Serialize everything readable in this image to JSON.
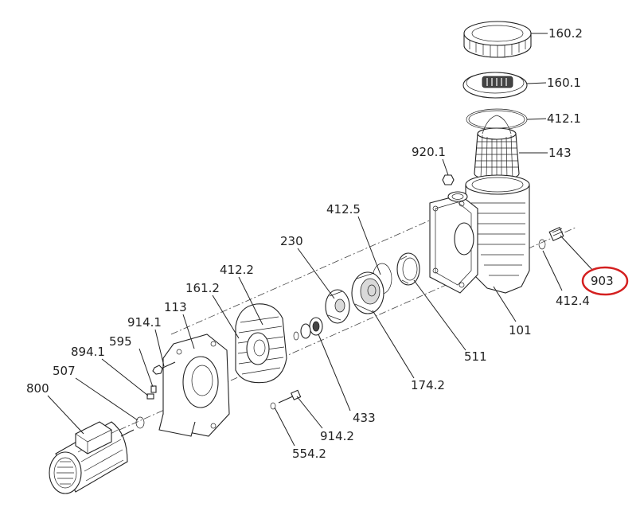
{
  "labels": {
    "l_160_2": "160.2",
    "l_160_1": "160.1",
    "l_412_1": "412.1",
    "l_143": "143",
    "l_920_1": "920.1",
    "l_412_5": "412.5",
    "l_230": "230",
    "l_412_2": "412.2",
    "l_161_2": "161.2",
    "l_113": "113",
    "l_914_1": "914.1",
    "l_595": "595",
    "l_894_1": "894.1",
    "l_507": "507",
    "l_800": "800",
    "l_903": "903",
    "l_412_4": "412.4",
    "l_101": "101",
    "l_511": "511",
    "l_174_2": "174.2",
    "l_433": "433",
    "l_914_2": "914.2",
    "l_554_2": "554.2"
  },
  "colors": {
    "line": "#222222",
    "highlight": "#d42020"
  }
}
